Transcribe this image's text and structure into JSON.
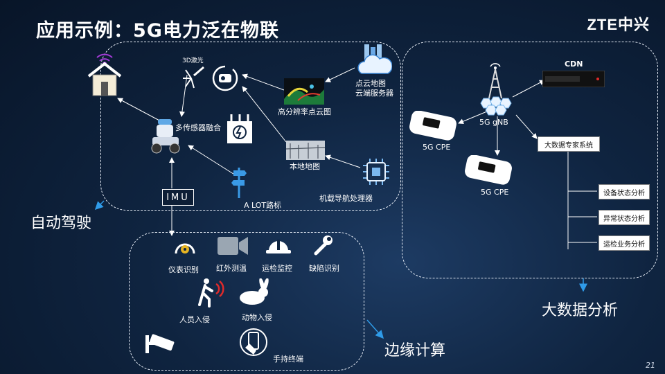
{
  "title": "应用示例：5G电力泛在物联",
  "logo": "ZTE中兴",
  "page_number": "21",
  "autonomous": {
    "section_label": "自动驾驶",
    "laser_3d": "3D激光",
    "hd_point_cloud": "高分辨率点云图",
    "point_cloud_server": [
      "点云地图",
      "云端服务器"
    ],
    "sensor_fusion": "多传感器融合",
    "local_map": "本地地图",
    "nav_processor": "机载导航处理器",
    "a_lot": "A LOT路标",
    "imu": "IMU"
  },
  "edge": {
    "section_label": "边缘计算",
    "items": [
      "仪表识别",
      "红外测温",
      "运检监控",
      "缺陷识别",
      "人员入侵",
      "动物入侵",
      "手持终端"
    ]
  },
  "bigdata": {
    "section_label": "大数据分析",
    "cdn": "CDN",
    "gnb": "5G gNB",
    "cpe1": "5G CPE",
    "cpe2": "5G CPE",
    "expert_system": "大数据专家系统",
    "analyses": [
      "设备状态分析",
      "异常状态分析",
      "运检业务分析"
    ]
  },
  "colors": {
    "accent": "#2f9be8",
    "dashed": "#e8eef7"
  }
}
